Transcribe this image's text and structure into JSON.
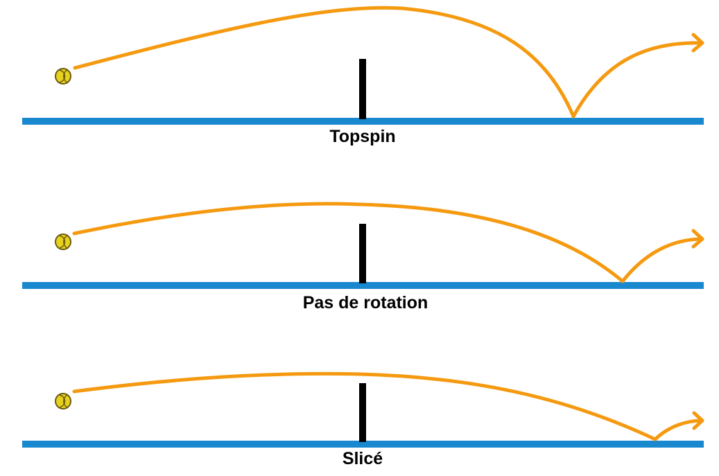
{
  "colors": {
    "background": "#ffffff",
    "court": "#1a88cf",
    "net": "#000000",
    "trajectory": "#f59a10",
    "ball_fill": "#e6d21e",
    "ball_outline": "#6a5a10",
    "label": "#000000"
  },
  "panels": [
    {
      "label": "Topspin",
      "ball_icon": "tennis-ball-icon",
      "arrow_icon": "arrow-right-icon"
    },
    {
      "label": "Pas de rotation",
      "ball_icon": "tennis-ball-icon",
      "arrow_icon": "arrow-right-icon"
    },
    {
      "label": "Slicé",
      "ball_icon": "tennis-ball-icon",
      "arrow_icon": "arrow-right-icon"
    }
  ]
}
